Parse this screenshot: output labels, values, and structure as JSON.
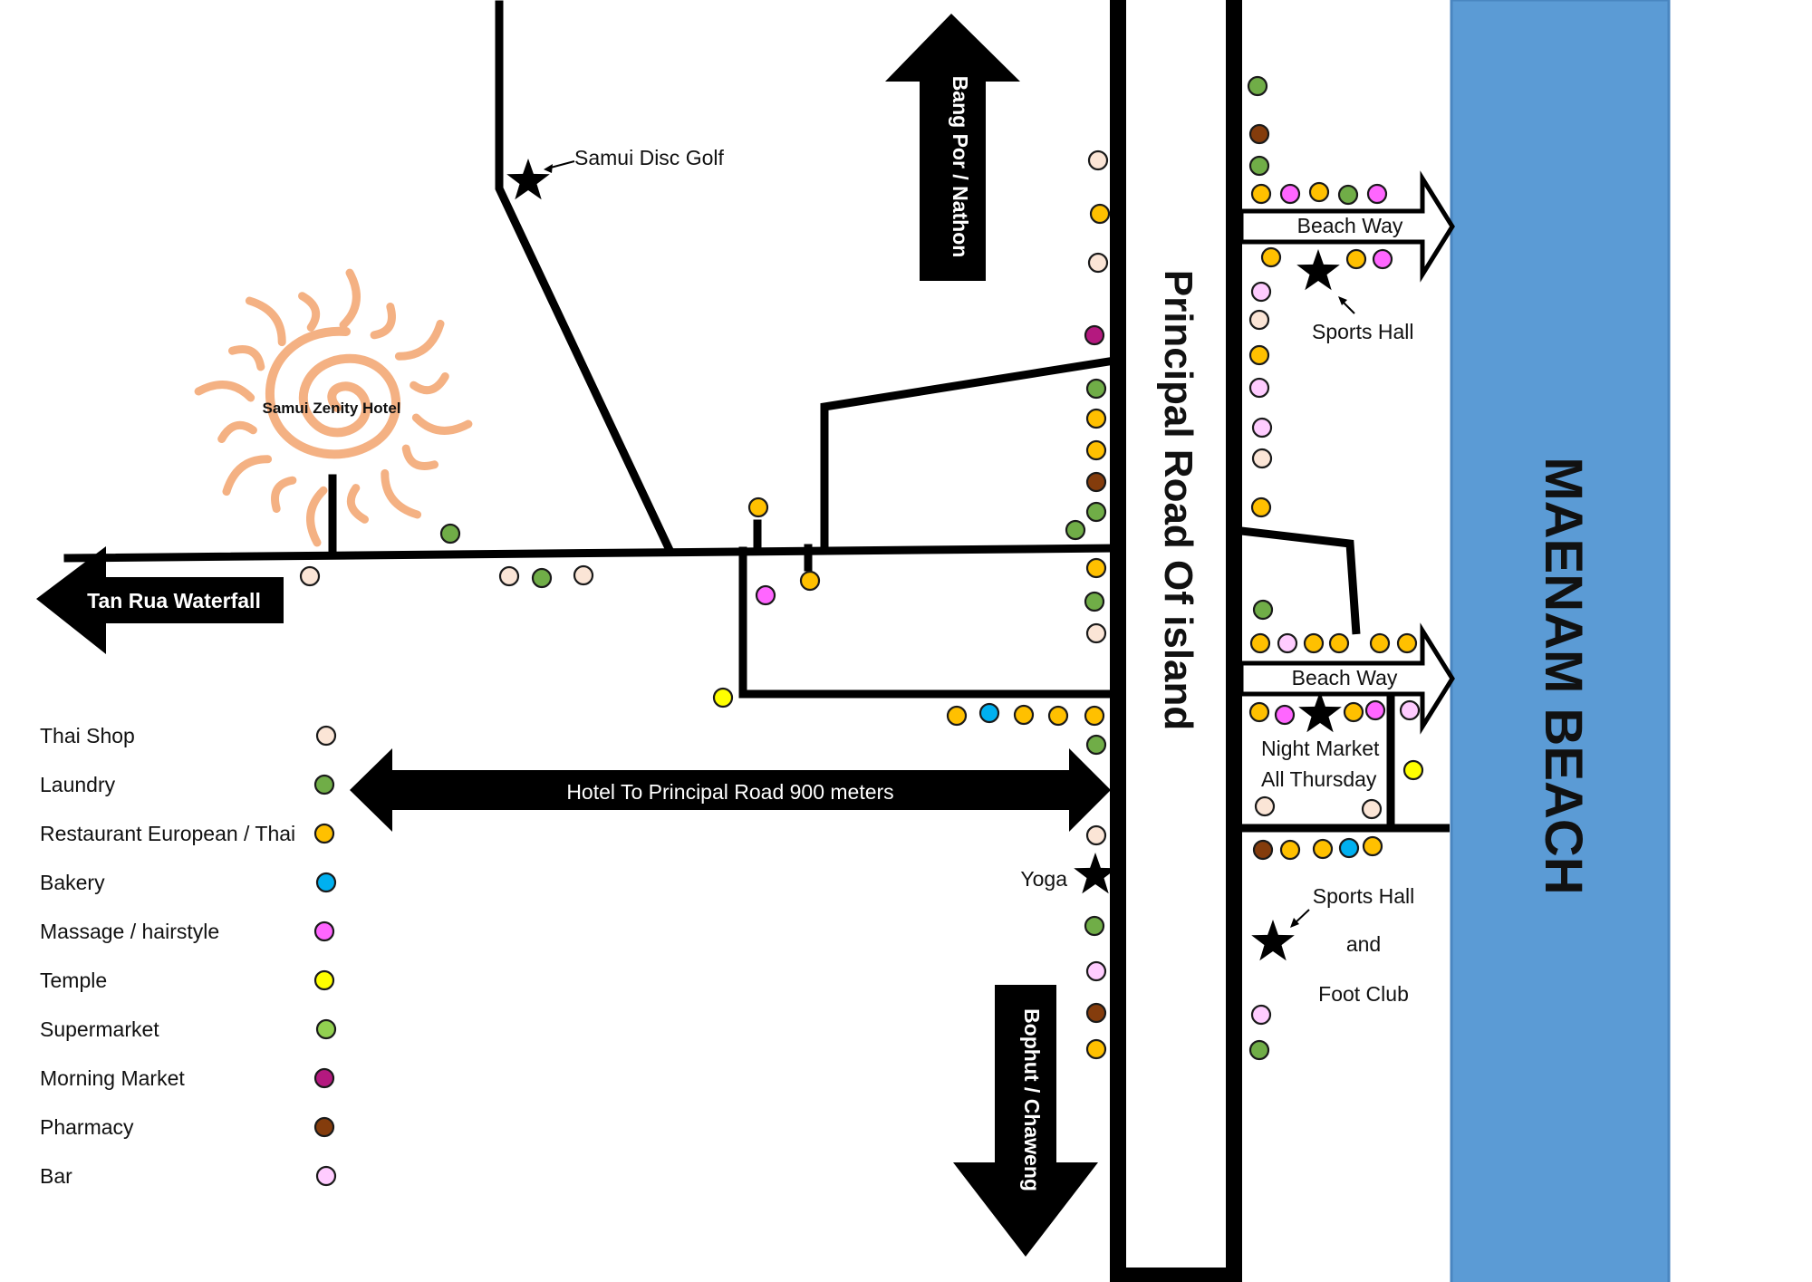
{
  "hotel": {
    "name": "Samui Zenity Hotel"
  },
  "roads": {
    "principal": "Principal Road Of island",
    "beach_way_north": "Beach Way",
    "beach_way_south": "Beach Way"
  },
  "directions": {
    "north": "Bang Por / Nathon",
    "south": "Bophut / Chaweng",
    "west": "Tan Rua Waterfall",
    "distance": "Hotel To Principal Road 900 meters"
  },
  "beach": {
    "name": "MAENAM BEACH",
    "color": "#5b9bd5"
  },
  "landmarks": {
    "disc_golf": "Samui Disc Golf",
    "sports_hall_north": "Sports Hall",
    "night_market_line1": "Night Market",
    "night_market_line2": "All Thursday",
    "yoga": "Yoga",
    "sports_hall_south_line1": "Sports Hall",
    "sports_hall_south_line2": "and",
    "sports_hall_south_line3": "Foot Club"
  },
  "legend": [
    {
      "label": "Thai Shop",
      "color": "#fbe5d6"
    },
    {
      "label": "Laundry",
      "color": "#70ad47"
    },
    {
      "label": "Restaurant European / Thai",
      "color": "#ffc000"
    },
    {
      "label": "Bakery",
      "color": "#00b0f0"
    },
    {
      "label": "Massage / hairstyle",
      "color": "#ff66ff"
    },
    {
      "label": "Temple",
      "color": "#ffff00"
    },
    {
      "label": "Supermarket",
      "color": "#92d050"
    },
    {
      "label": "Morning Market",
      "color": "#b4197f"
    },
    {
      "label": "Pharmacy",
      "color": "#843c0c"
    },
    {
      "label": "Bar",
      "color": "#ffccff"
    }
  ]
}
